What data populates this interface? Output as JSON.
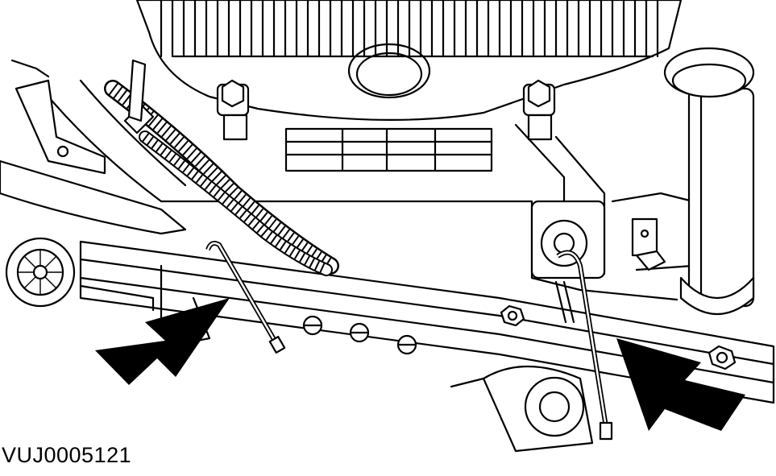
{
  "figure": {
    "reference_code": "VUJ0005121",
    "callouts": [
      {
        "id": "arrow-left",
        "target": "left-cable-tie"
      },
      {
        "id": "arrow-right",
        "target": "right-cable-tie"
      }
    ]
  }
}
